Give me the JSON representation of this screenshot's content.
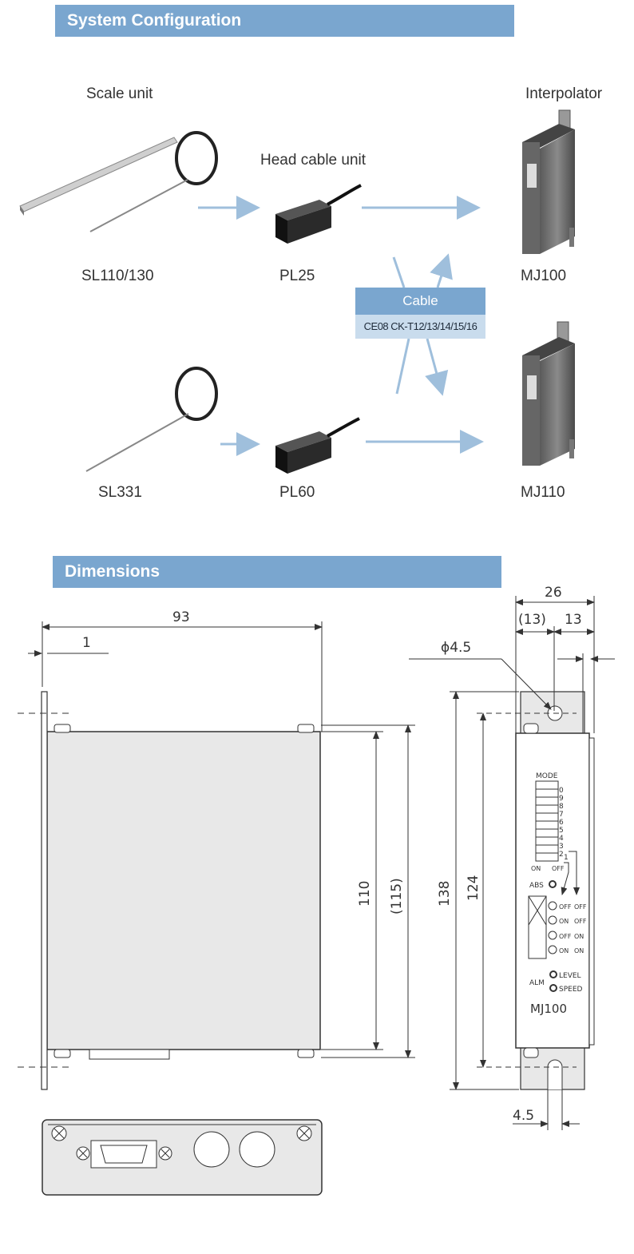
{
  "sections": {
    "system": "System Configuration",
    "dimensions": "Dimensions"
  },
  "config": {
    "scale_unit": "Scale unit",
    "head_cable_unit": "Head cable unit",
    "interpolator": "Interpolator",
    "sl110": "SL110/130",
    "pl25": "PL25",
    "mj100": "MJ100",
    "sl331": "SL331",
    "pl60": "PL60",
    "mj110": "MJ110",
    "cable_title": "Cable",
    "cable_models": "CE08 CK-T12/13/14/15/16"
  },
  "dims": {
    "d93": "93",
    "d1": "1",
    "d110": "110",
    "d115": "(115)",
    "d138": "138",
    "d124": "124",
    "d26": "26",
    "d13p": "(13)",
    "d13": "13",
    "phi": "ϕ4.5",
    "d45": "4.5"
  },
  "panel": {
    "mode": "MODE",
    "dip_numbers": [
      "0",
      "9",
      "8",
      "7",
      "6",
      "5",
      "4",
      "3",
      "2",
      "1"
    ],
    "on": "ON",
    "off": "OFF",
    "abs": "ABS",
    "rows": [
      [
        "OFF",
        "OFF"
      ],
      [
        "ON",
        "OFF"
      ],
      [
        "OFF",
        "ON"
      ],
      [
        "ON",
        "ON"
      ]
    ],
    "alm": "ALM",
    "level": "LEVEL",
    "speed": "SPEED",
    "model": "MJ100"
  },
  "colors": {
    "accent": "#7aa6cf",
    "arrow": "#9fbfdc"
  }
}
